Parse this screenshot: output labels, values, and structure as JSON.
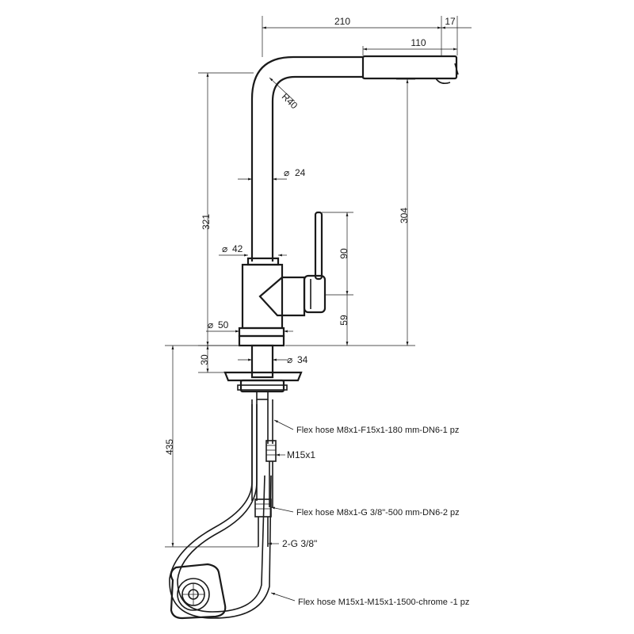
{
  "dimensions": {
    "top_overall": "210",
    "top_tip": "17",
    "spout_length": "110",
    "bend_radius": "R40",
    "spout_diameter": "24",
    "height_total": "321",
    "height_spout": "304",
    "body_diameter": "42",
    "lever_height": "90",
    "lever_base": "59",
    "base_diameter": "50",
    "shank_height": "30",
    "shank_diameter": "34",
    "hose_length": "435"
  },
  "diameter_symbol": "⌀",
  "callouts": {
    "hose_1": "Flex hose M8x1-F15x1-180 mm-DN6-1 pz",
    "thread": "M15x1",
    "hose_2": "Flex hose M8x1-G 3/8\"-500 mm-DN6-2 pz",
    "connection": "2-G 3/8\"",
    "hose_3": "Flex hose M15x1-M15x1-1500-chrome -1 pz"
  }
}
